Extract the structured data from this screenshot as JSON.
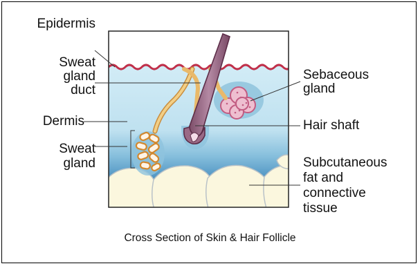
{
  "labels": {
    "epidermis": "Epidermis",
    "sweat_gland_duct": [
      "Sweat",
      "gland",
      "duct"
    ],
    "dermis": "Dermis",
    "sweat_gland": [
      "Sweat",
      "gland"
    ],
    "sebaceous_gland": [
      "Sebaceous",
      "gland"
    ],
    "hair_shaft": "Hair shaft",
    "subcutaneous": [
      "Subcutaneous",
      "fat and",
      "connective",
      "tissue"
    ]
  },
  "caption": "Cross Section of Skin & Hair Follicle",
  "colors": {
    "epidermis_line": "#c0304a",
    "dermis": "#c6e6f2",
    "subcutaneous_band": "#5fa4cc",
    "fat_cells": "#fbf7de",
    "sebaceous": "#eebfd0",
    "hair_shaft": "#9a6a86",
    "gland_duct": "#e9b96a"
  }
}
